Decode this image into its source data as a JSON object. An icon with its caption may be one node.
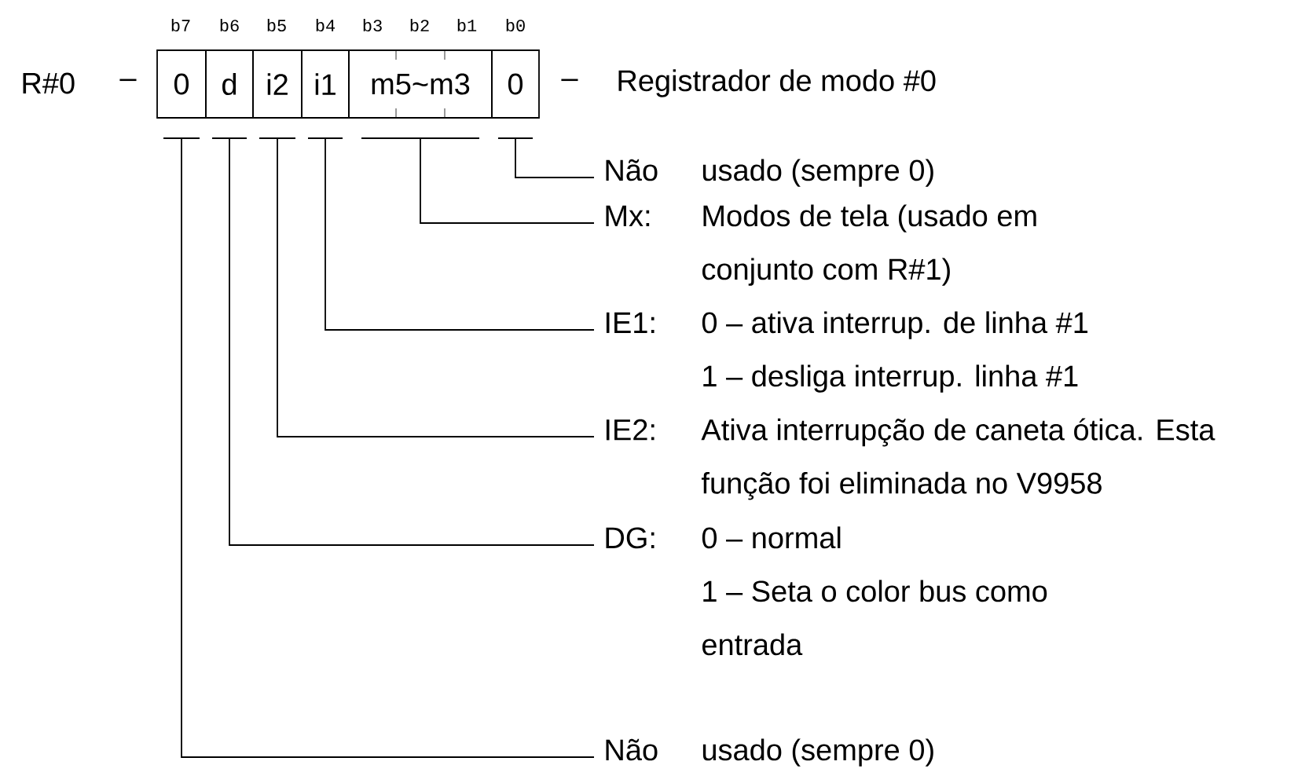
{
  "diagram": {
    "nodes": [
      {
        "text": [
          "0"
        ]
      },
      {
        "text": [
          "d"
        ]
      },
      {
        "text": [
          "i2"
        ]
      },
      {
        "text": [
          "i1"
        ]
      },
      {
        "text": [
          "m5~m3"
        ]
      },
      {
        "text": [
          "0"
        ]
      },
      {
        "text": [
          "Não",
          "usado (sempre 0)"
        ]
      },
      {
        "text": [
          "Mx:",
          "Modos de tela (usado em conjunto com R#1)"
        ]
      },
      {
        "text": [
          "IE1:",
          "0 – ativa interrup. de linha #1",
          "1 – desliga interrup. linha #1"
        ]
      },
      {
        "text": [
          "IE2:",
          "Ativa interrupção de caneta ótica. Esta função foi eliminada no V9958"
        ]
      },
      {
        "text": [
          "DG:",
          "0 – normal",
          "1 – Seta o color bus como entrada"
        ]
      },
      {
        "text": [
          "Não",
          "usado (sempre 0)"
        ]
      }
    ],
    "edges": [
      {
        "from": 5,
        "to": 6,
        "arrow": "none"
      },
      {
        "from": 4,
        "to": 7,
        "arrow": "none"
      },
      {
        "from": 3,
        "to": 8,
        "arrow": "none"
      },
      {
        "from": 2,
        "to": 9,
        "arrow": "none"
      },
      {
        "from": 1,
        "to": 10,
        "arrow": "none"
      },
      {
        "from": 0,
        "to": 11,
        "arrow": "none"
      }
    ],
    "labels": [
      "b7",
      "b6",
      "b5",
      "b4",
      "b3",
      "b2",
      "b1",
      "b0",
      "R#0",
      "–",
      "–",
      "Registrador de modo #0"
    ]
  }
}
